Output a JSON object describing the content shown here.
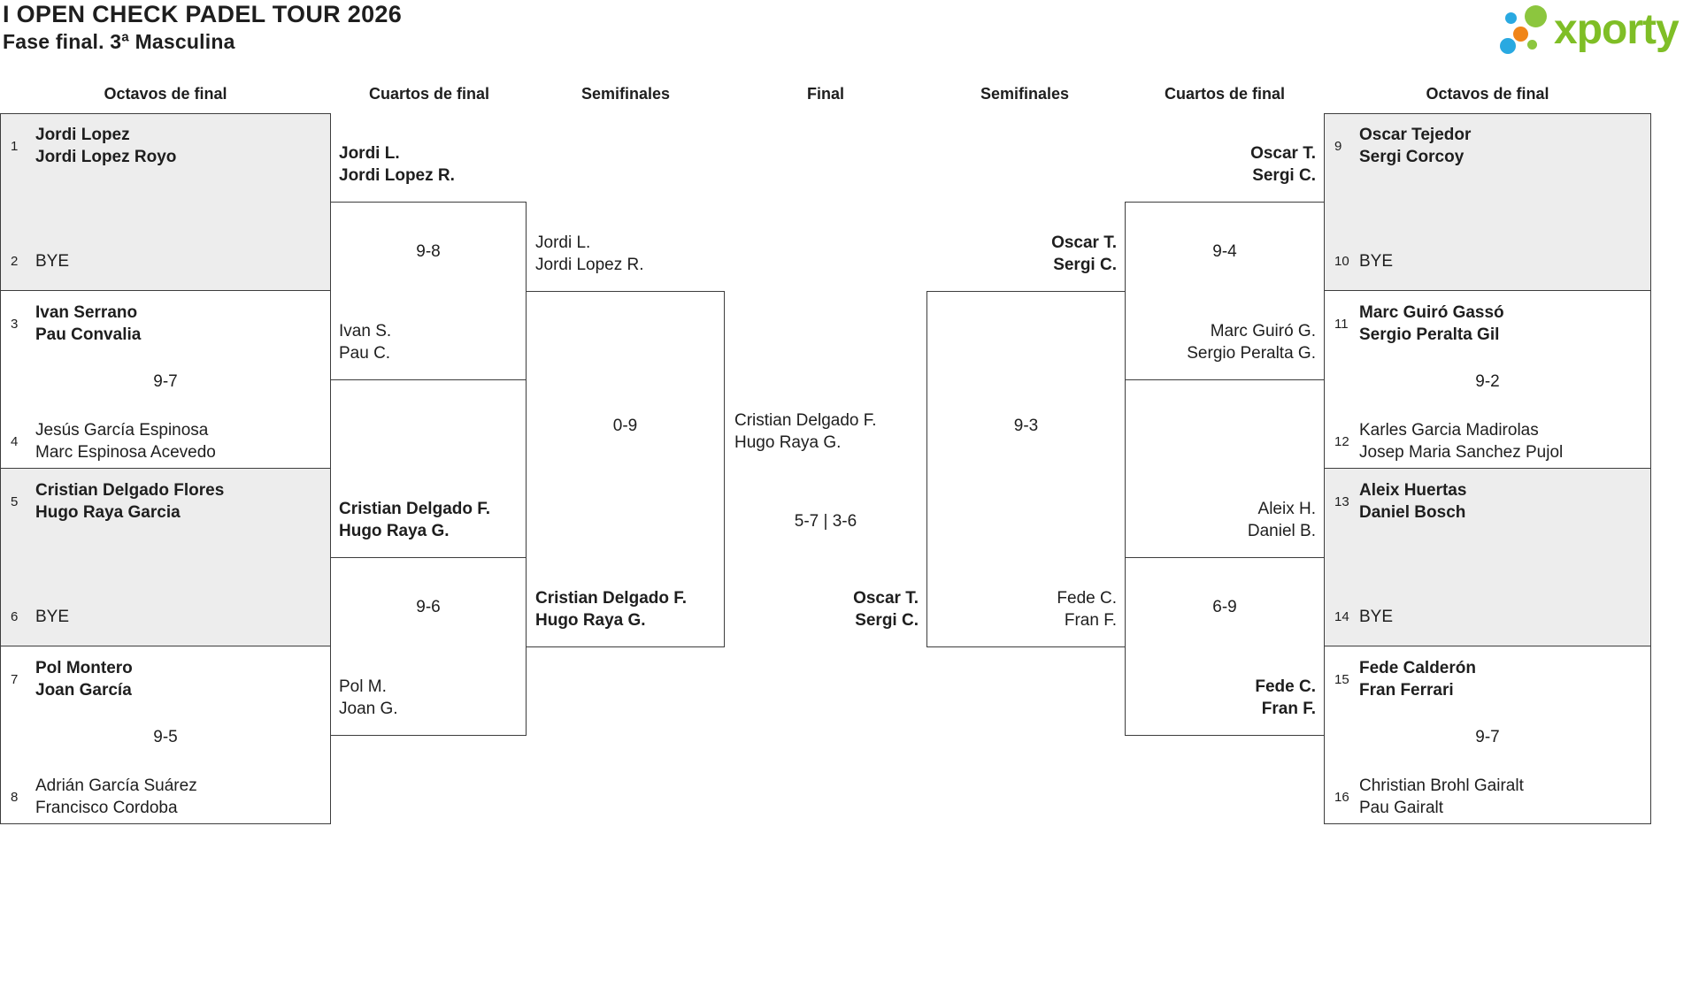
{
  "title": "I OPEN CHECK PADEL TOUR 2026",
  "subtitle": "Fase final. 3ª Masculina",
  "logo": {
    "text": "xporty",
    "green": "#8cc63e",
    "text_green": "#7fbe26",
    "blue": "#29a9e1",
    "orange": "#f08519"
  },
  "round_headers": [
    "Octavos de final",
    "Cuartos de final",
    "Semifinales",
    "Final",
    "Semifinales",
    "Cuartos de final",
    "Octavos de final"
  ],
  "matches": {
    "r16_l1": {
      "score": "",
      "a_seed": "1",
      "a1": "Jordi Lopez",
      "a2": "Jordi Lopez Royo",
      "b_seed": "2",
      "b1": "BYE"
    },
    "r16_l2": {
      "score": "9-7",
      "a_seed": "3",
      "a1": "Ivan Serrano",
      "a2": "Pau Convalia",
      "b_seed": "4",
      "b1": "Jesús García Espinosa",
      "b2": "Marc Espinosa Acevedo"
    },
    "r16_l3": {
      "score": "",
      "a_seed": "5",
      "a1": "Cristian Delgado Flores",
      "a2": "Hugo Raya Garcia",
      "b_seed": "6",
      "b1": "BYE"
    },
    "r16_l4": {
      "score": "9-5",
      "a_seed": "7",
      "a1": "Pol Montero",
      "a2": "Joan García",
      "b_seed": "8",
      "b1": "Adrián García Suárez",
      "b2": "Francisco Cordoba"
    },
    "r16_r1": {
      "score": "",
      "a_seed": "9",
      "a1": "Oscar Tejedor",
      "a2": "Sergi Corcoy",
      "b_seed": "10",
      "b1": "BYE"
    },
    "r16_r2": {
      "score": "9-2",
      "a_seed": "11",
      "a1": "Marc Guiró Gassó",
      "a2": "Sergio Peralta Gil",
      "b_seed": "12",
      "b1": "Karles Garcia Madirolas",
      "b2": "Josep Maria Sanchez Pujol"
    },
    "r16_r3": {
      "score": "",
      "a_seed": "13",
      "a1": "Aleix Huertas",
      "a2": "Daniel Bosch",
      "b_seed": "14",
      "b1": "BYE"
    },
    "r16_r4": {
      "score": "9-7",
      "a_seed": "15",
      "a1": "Fede Calderón",
      "a2": "Fran Ferrari",
      "b_seed": "16",
      "b1": "Christian Brohl Gairalt",
      "b2": "Pau Gairalt"
    },
    "qf_l1": {
      "score": "9-8",
      "a1": "Jordi L.",
      "a2": "Jordi Lopez R.",
      "b1": "Ivan S.",
      "b2": "Pau C."
    },
    "qf_l2": {
      "score": "9-6",
      "a1": "Cristian Delgado F.",
      "a2": "Hugo Raya G.",
      "b1": "Pol M.",
      "b2": "Joan G."
    },
    "qf_r1": {
      "score": "9-4",
      "a1": "Oscar T.",
      "a2": "Sergi C.",
      "b1": "Marc Guiró G.",
      "b2": "Sergio Peralta G."
    },
    "qf_r2": {
      "score": "6-9",
      "a1": "Aleix H.",
      "a2": "Daniel B.",
      "b1": "Fede C.",
      "b2": "Fran F."
    },
    "sf_l": {
      "score": "0-9",
      "a1": "Jordi L.",
      "a2": "Jordi Lopez R.",
      "b1": "Cristian Delgado F.",
      "b2": "Hugo Raya G."
    },
    "sf_r": {
      "score": "9-3",
      "a1": "Oscar T.",
      "a2": "Sergi C.",
      "b1": "Fede C.",
      "b2": "Fran F."
    },
    "final": {
      "score": "5-7 | 3-6",
      "a1": "Cristian Delgado F.",
      "a2": "Hugo Raya G.",
      "b1": "Oscar T.",
      "b2": "Sergi C."
    }
  },
  "colors": {
    "box_border": "#3d3d3d",
    "box_shade": "#ededed",
    "text": "#1e1e1e"
  }
}
